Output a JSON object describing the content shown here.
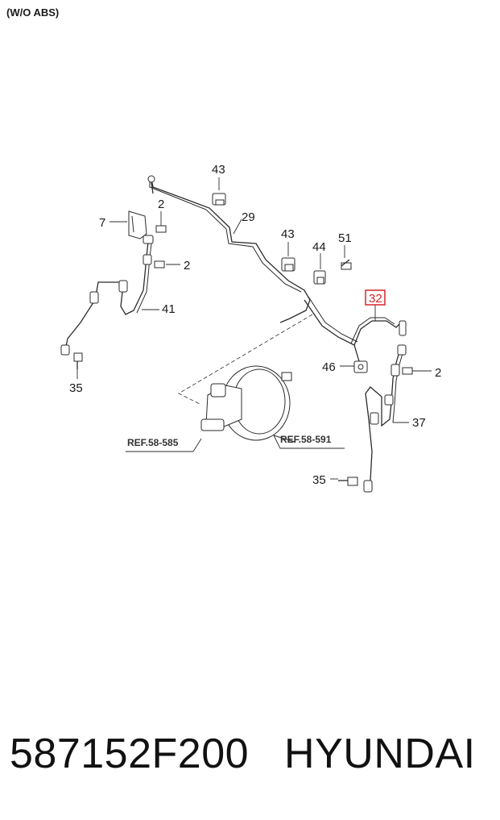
{
  "header": {
    "note": "(W/O ABS)"
  },
  "callouts": {
    "c43a": "43",
    "c2a": "2",
    "c7": "7",
    "c29": "29",
    "c43b": "43",
    "c44": "44",
    "c51": "51",
    "c2b": "2",
    "c41": "41",
    "c32": "32",
    "c35a": "35",
    "c46": "46",
    "c2c": "2",
    "c37": "37",
    "c35b": "35"
  },
  "references": {
    "left": "REF.58-585",
    "right": "REF.58-591"
  },
  "highlight_color": "#d8232a",
  "footer": {
    "part_number": "587152F200",
    "brand": "HYUNDAI"
  }
}
